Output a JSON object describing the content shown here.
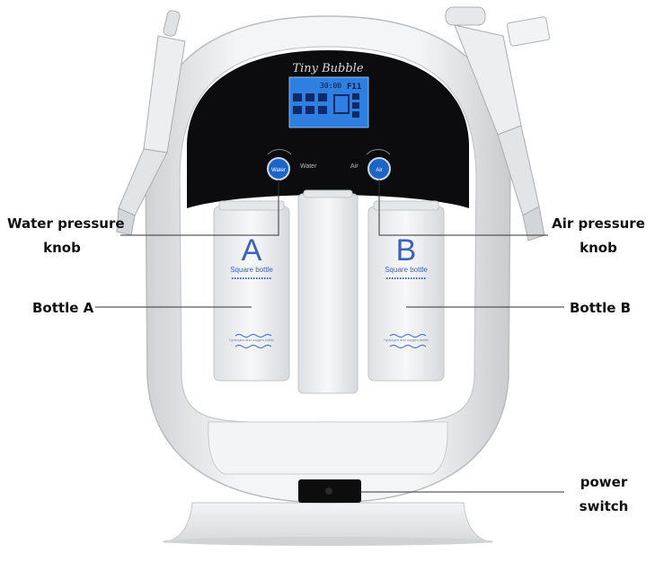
{
  "brand": {
    "script_title": "Tiny Bubble"
  },
  "screen": {
    "timer": "30:00",
    "hz_label": "F11"
  },
  "knobs": {
    "water": {
      "button": "Water",
      "side": "Water"
    },
    "air": {
      "button": "Air",
      "side": "Air"
    }
  },
  "bottles": {
    "a": {
      "letter": "A",
      "caption": "Square bottle",
      "footnote": "hydrogen and oxygen bottle"
    },
    "b": {
      "letter": "B",
      "caption": "Square bottle",
      "footnote": "hydrogen and oxygen bottle"
    }
  },
  "labels": {
    "water_pressure": [
      "Water pressure",
      "knob"
    ],
    "air_pressure": [
      "Air pressure",
      "knob"
    ],
    "bottle_a": "Bottle A",
    "bottle_b": "Bottle B",
    "power_switch": [
      "power",
      "switch"
    ]
  },
  "colors": {
    "body": "#eceeef",
    "panel": "#0c0c0e",
    "lcd": "#2f7fe0",
    "knob_blue": "#1d64c8",
    "bottle_text": "#3a62b8"
  }
}
